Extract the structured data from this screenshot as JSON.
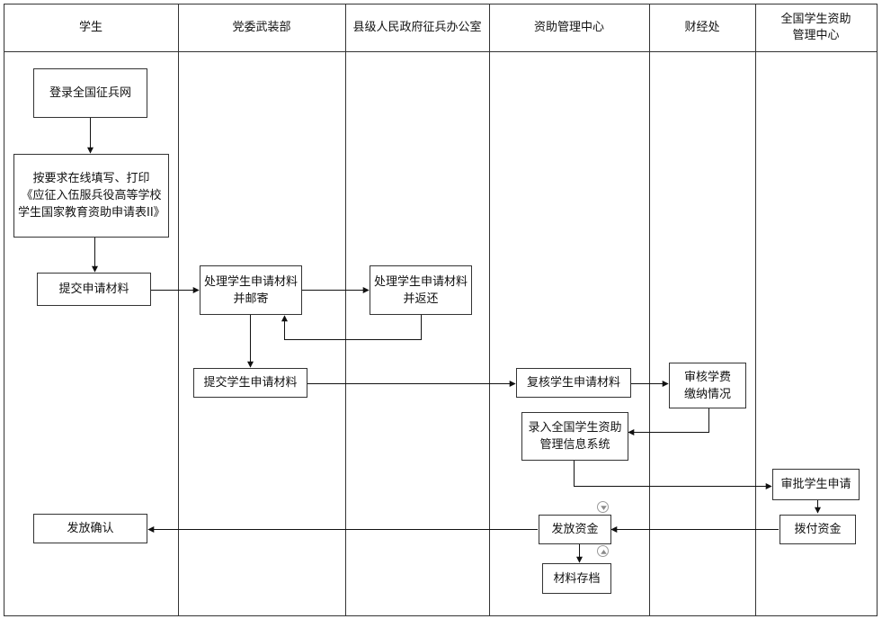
{
  "lanes": [
    {
      "label": "学生"
    },
    {
      "label": "党委武装部"
    },
    {
      "label": "县级人民政府征兵办公室"
    },
    {
      "label": "资助管理中心"
    },
    {
      "label": "财经处"
    },
    {
      "label": "全国学生资助\n管理中心"
    }
  ],
  "nodes": {
    "login": {
      "label": "登录全国征兵网"
    },
    "fill_form": {
      "label": "按要求在线填写、打印\n《应征入伍服兵役高等学校\n学生国家教育资助申请表II》"
    },
    "submit_student": {
      "label": "提交申请材料"
    },
    "process_mail": {
      "label": "处理学生申请材料\n并邮寄"
    },
    "process_return": {
      "label": "处理学生申请材料\n并返还"
    },
    "submit_dept": {
      "label": "提交学生申请材料"
    },
    "review": {
      "label": "复核学生申请材料"
    },
    "verify_tuition": {
      "label": "审核学费\n缴纳情况"
    },
    "enter_system": {
      "label": "录入全国学生资助\n管理信息系统"
    },
    "approve": {
      "label": "审批学生申请"
    },
    "allocate": {
      "label": "拨付资金"
    },
    "disburse": {
      "label": "发放资金"
    },
    "confirm": {
      "label": "发放确认"
    },
    "archive": {
      "label": "材料存档"
    }
  },
  "controls": {
    "collapse_up": {
      "icon": "triangle-down-icon"
    },
    "expand_down": {
      "icon": "triangle-up-icon"
    }
  }
}
